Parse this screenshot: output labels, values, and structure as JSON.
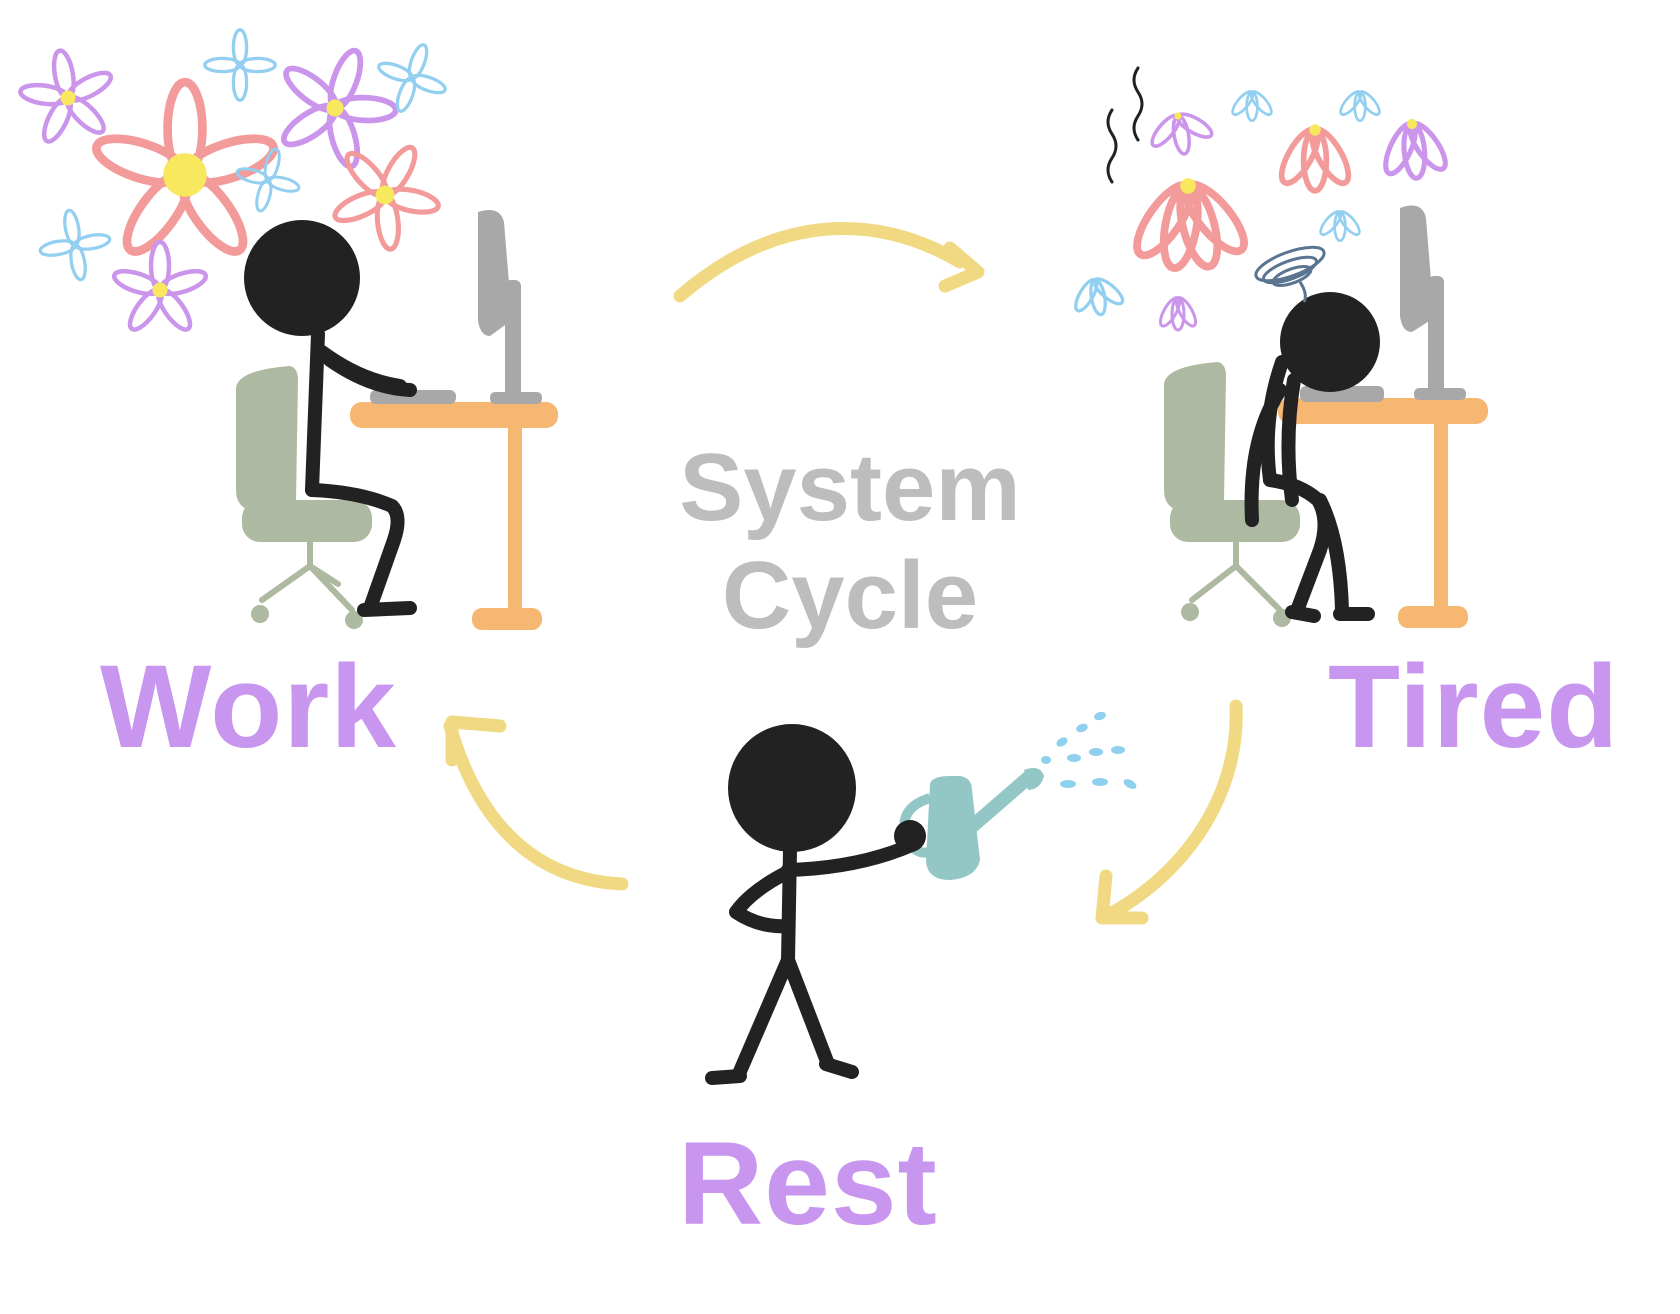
{
  "title": {
    "line1": "System",
    "line2": "Cycle"
  },
  "stages": [
    {
      "id": "work",
      "label": "Work"
    },
    {
      "id": "tired",
      "label": "Tired"
    },
    {
      "id": "rest",
      "label": "Rest"
    }
  ],
  "cycle_order": [
    "Work",
    "Tired",
    "Rest"
  ],
  "icons": {
    "work": [
      "stick-figure-typing-icon",
      "office-chair-icon",
      "desk-icon",
      "computer-monitor-icon",
      "keyboard-icon",
      "flower-icon"
    ],
    "tired": [
      "stick-figure-slumped-icon",
      "office-chair-icon",
      "desk-icon",
      "computer-monitor-icon",
      "wilted-flower-icon",
      "dizzy-spiral-icon",
      "stink-lines-icon"
    ],
    "rest": [
      "stick-figure-standing-icon",
      "watering-can-icon",
      "water-droplet-icon"
    ],
    "arrows": [
      "arrow-work-to-tired-icon",
      "arrow-tired-to-rest-icon",
      "arrow-rest-to-work-icon"
    ]
  },
  "colors": {
    "label": "#C896EE",
    "title": "#BDBDBD",
    "arrow": "#F1D983",
    "figure": "#222222",
    "chair": "#ADB9A0",
    "desk": "#F5B772",
    "monitor": "#A8A8A8",
    "flower_pink": "#F39A9A",
    "flower_purple": "#CB95EB",
    "flower_blue": "#92CFF0",
    "flower_center": "#F7E85E",
    "watering_can": "#92C7C5",
    "water": "#8FD0EE",
    "squiggle": "#5A7590"
  }
}
